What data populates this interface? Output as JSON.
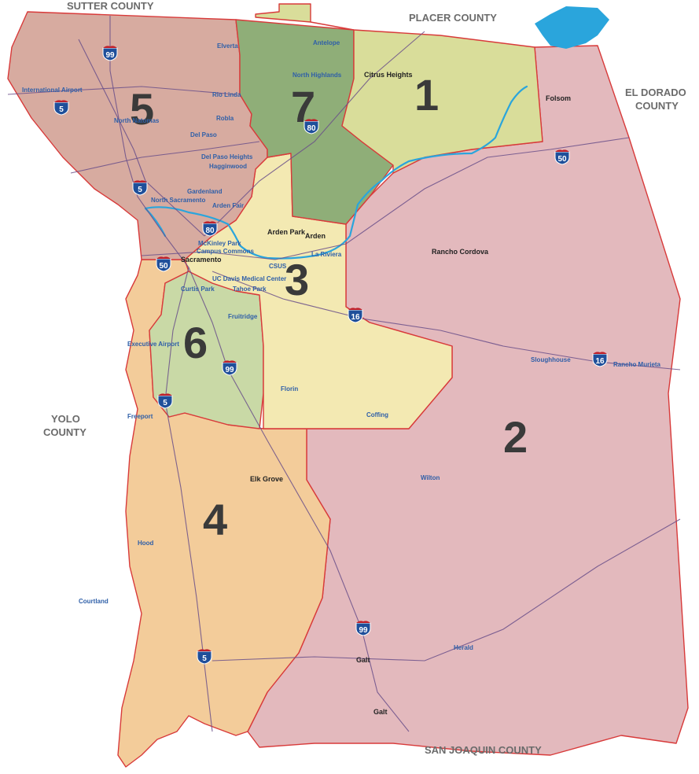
{
  "colors": {
    "district_1": "#d9dd9a",
    "district_2": "#e3b9bd",
    "district_3": "#f3e9b2",
    "district_4": "#f3cc9a",
    "district_5": "#d7aba0",
    "district_6": "#c9d9a6",
    "district_7": "#8fae78",
    "boundary": "#d83a3a",
    "water": "#2aa5dc",
    "road": "#6a4f8a",
    "shield_blue": "#1f4f9a",
    "shield_red": "#c0202a"
  },
  "counties": {
    "sutter": "SUTTER COUNTY",
    "placer": "PLACER COUNTY",
    "el_dorado_line1": "EL DORADO",
    "el_dorado_line2": "COUNTY",
    "yolo_line1": "YOLO",
    "yolo_line2": "COUNTY",
    "san_joaquin": "SAN JOAQUIN COUNTY"
  },
  "districts": {
    "d1": "1",
    "d2": "2",
    "d3": "3",
    "d4": "4",
    "d5": "5",
    "d6": "6",
    "d7": "7"
  },
  "places": {
    "elverta": "Elverta",
    "antelope": "Antelope",
    "north_highlands": "North Highlands",
    "citrus_heights": "Citrus Heights",
    "international_airport": "International Airport",
    "north_natomas": "North Natomas",
    "rio_linda": "Rio Linda",
    "robla": "Robla",
    "del_paso": "Del Paso",
    "del_paso_heights": "Del Paso Heights",
    "hagginwood": "Hagginwood",
    "gardenland": "Gardenland",
    "north_sacramento": "North Sacramento",
    "arden_fair": "Arden Fair",
    "folsom": "Folsom",
    "arden_park": "Arden Park",
    "arden": "Arden",
    "mckinley_park": "McKinley Park",
    "campus_commons": "Campus Commons",
    "csus": "CSUS",
    "la_riviera": "La Riviera",
    "sacramento": "Sacramento",
    "rancho_cordova": "Rancho Cordova",
    "uc_davis_medical_center": "UC Davis Medical Center",
    "curtis_park": "Curtis Park",
    "tahoe_park": "Tahoe Park",
    "fruitridge": "Fruitridge",
    "executive_airport": "Executive Airport",
    "sloughhouse": "Sloughhouse",
    "rancho_murieta": "Rancho Murieta",
    "florin": "Florin",
    "freeport": "Freeport",
    "coffing": "Coffing",
    "elk_grove": "Elk Grove",
    "wilton": "Wilton",
    "hood": "Hood",
    "courtland": "Courtland",
    "herald": "Herald",
    "galt": "Galt",
    "galt_south": "Galt"
  },
  "shields": {
    "i5_north": "5",
    "i99_north": "99",
    "i80_north": "80",
    "i5_mid": "5",
    "i50_east": "50",
    "i80_south": "80",
    "i50_west": "50",
    "i16_mid": "16",
    "i16_east": "16",
    "i99_mid": "99",
    "i5_south": "5",
    "i99_south": "99",
    "i5_far_south": "5"
  }
}
